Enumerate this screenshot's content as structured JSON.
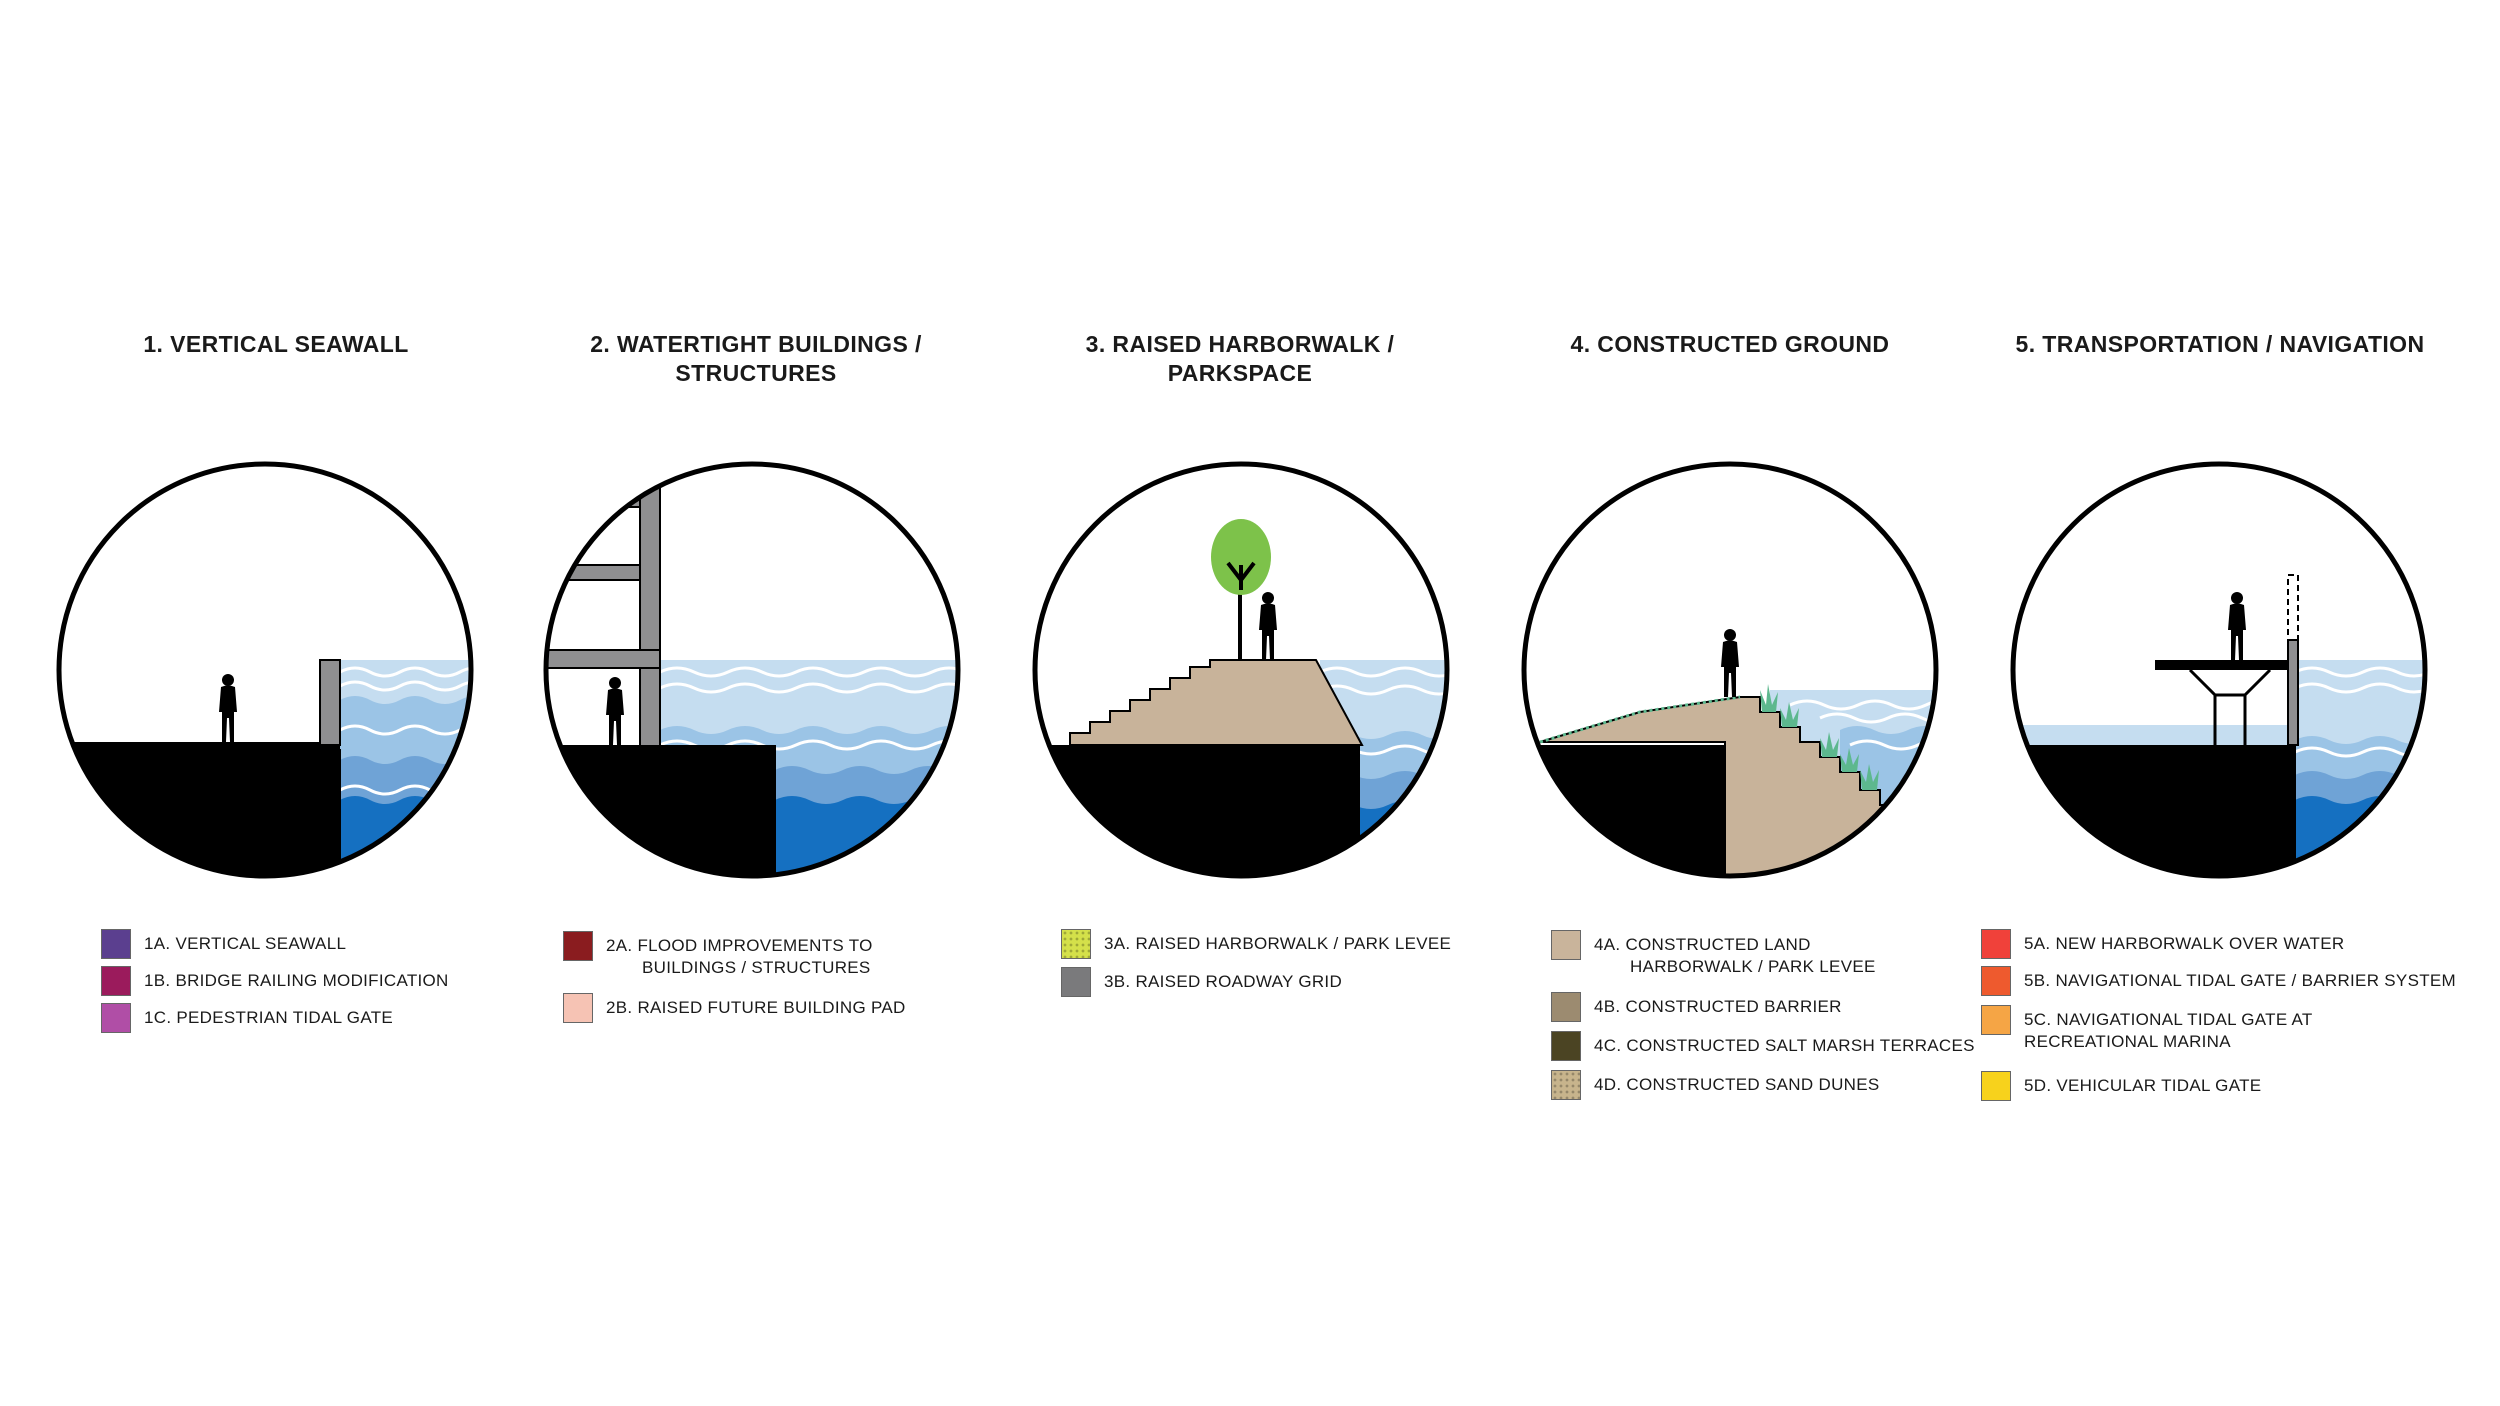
{
  "panels": [
    {
      "title_lines": [
        "1. VERTICAL SEAWALL"
      ],
      "legend": [
        {
          "label": "1A. VERTICAL SEAWALL",
          "color": "#5B3F8F"
        },
        {
          "label": "1B. BRIDGE RAILING MODIFICATION",
          "color": "#9B1B5C"
        },
        {
          "label": "1C. PEDESTRIAN TIDAL GATE",
          "color": "#B04EA6"
        }
      ]
    },
    {
      "title_lines": [
        "2. WATERTIGHT BUILDINGS /",
        "STRUCTURES"
      ],
      "legend": [
        {
          "label": "2A. FLOOD IMPROVEMENTS TO",
          "label2": "BUILDINGS / STRUCTURES",
          "color": "#8A1C1F"
        },
        {
          "label": "2B. RAISED FUTURE BUILDING PAD",
          "color": "#F6C3B4"
        }
      ]
    },
    {
      "title_lines": [
        "3. RAISED HARBORWALK /",
        "PARKSPACE"
      ],
      "legend": [
        {
          "label": "3A. RAISED HARBORWALK / PARK LEVEE",
          "color": "#D4E04A"
        },
        {
          "label": "3B. RAISED ROADWAY GRID",
          "color": "#7A7A7C"
        }
      ]
    },
    {
      "title_lines": [
        "4. CONSTRUCTED GROUND"
      ],
      "legend": [
        {
          "label": "4A. CONSTRUCTED LAND",
          "label2": "HARBORWALK / PARK LEVEE",
          "color": "#C9B49B"
        },
        {
          "label": "4B. CONSTRUCTED BARRIER",
          "color": "#9C8B70"
        },
        {
          "label": "4C. CONSTRUCTED SALT MARSH TERRACES",
          "color": "#4B4423"
        },
        {
          "label": "4D. CONSTRUCTED SAND DUNES",
          "color": "#C7B48C"
        }
      ]
    },
    {
      "title_lines": [
        "5. TRANSPORTATION / NAVIGATION"
      ],
      "legend": [
        {
          "label": "5A. NEW HARBORWALK OVER WATER",
          "color": "#F0413A"
        },
        {
          "label": "5B. NAVIGATIONAL TIDAL GATE / BARRIER SYSTEM",
          "color": "#EE5A2E"
        },
        {
          "label": "5C. NAVIGATIONAL TIDAL GATE AT",
          "label2": "RECREATIONAL MARINA",
          "color": "#F5A545"
        },
        {
          "label": "5D. VEHICULAR TIDAL GATE",
          "color": "#F7D21C"
        }
      ]
    }
  ],
  "colors": {
    "ground": "#000000",
    "water_light": "#C5DDF0",
    "water_mid": "#9BC4E6",
    "water_deep": "#6FA3D6",
    "water_darkest": "#1570C1",
    "earth": "#C8B39A",
    "structure": "#8F8F91",
    "tree": "#7DC24A",
    "marsh": "#5DB88E"
  }
}
